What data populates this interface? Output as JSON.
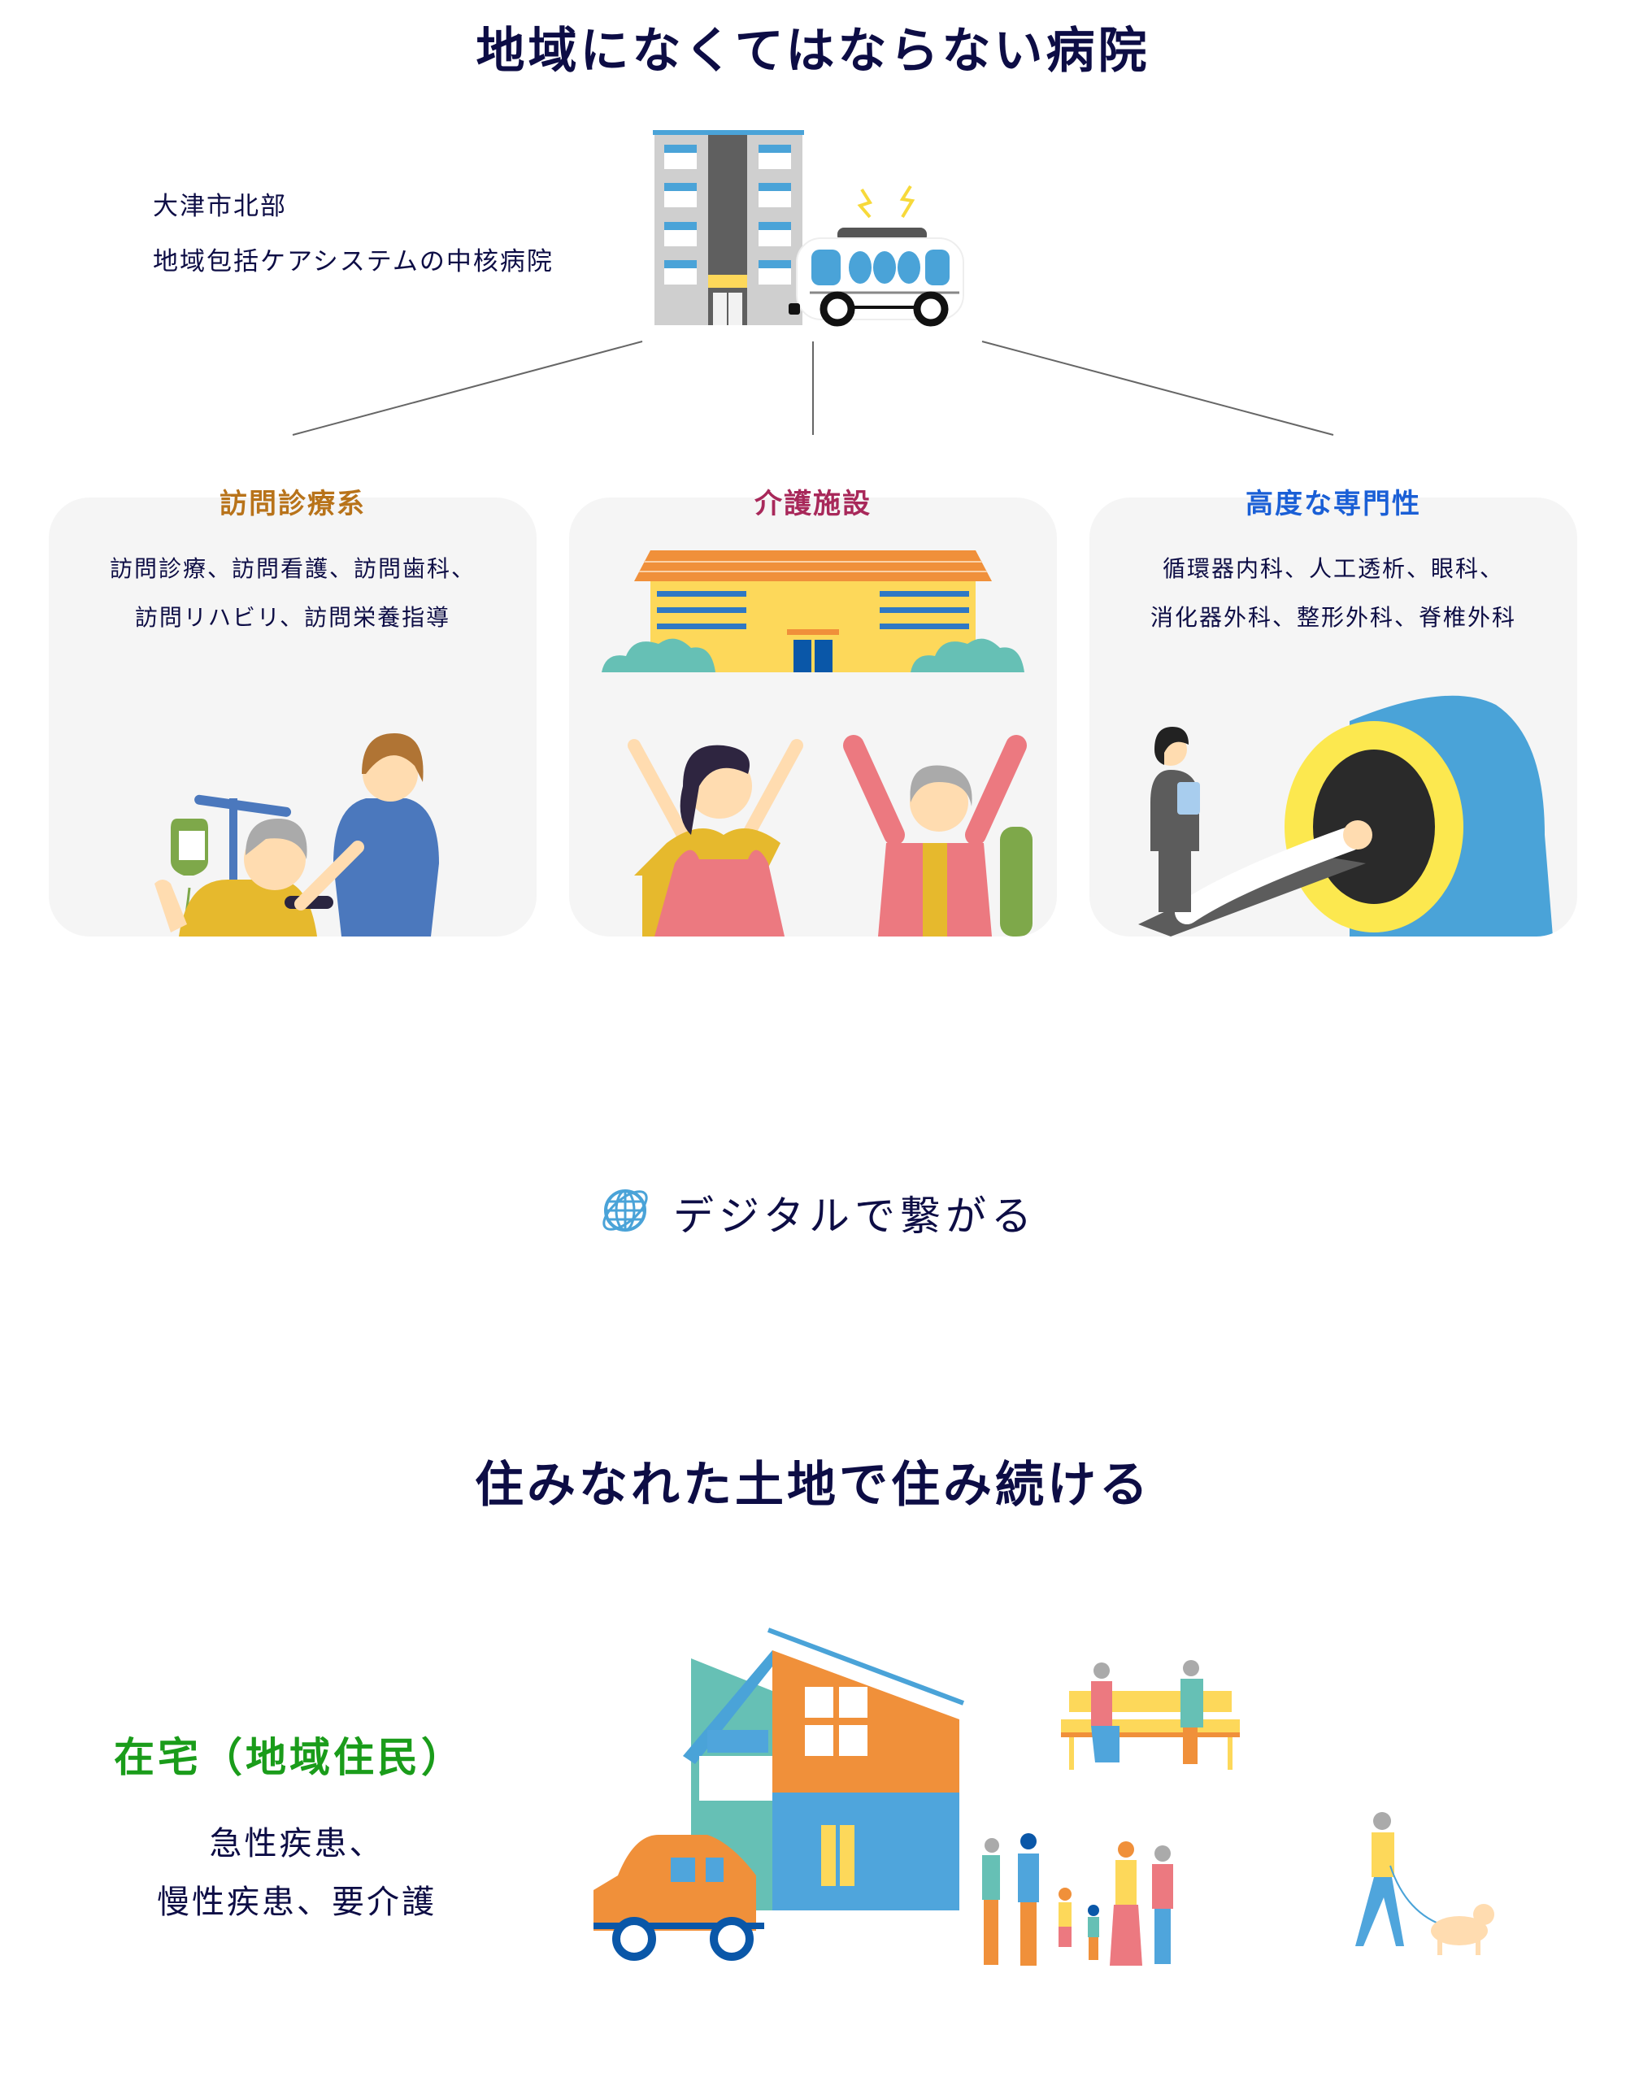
{
  "header": {
    "title": "地域になくてはならない病院"
  },
  "hospital": {
    "intro_lines": [
      "大津市北部",
      "地域包括ケアシステムの中核病院"
    ],
    "icons": [
      "hospital-building-icon",
      "ambulance-icon"
    ]
  },
  "cards": [
    {
      "title": "訪問診療系",
      "title_color": "#b8731a",
      "lines": [
        "訪問診療、訪問看護、訪問歯科、",
        "訪問リハビリ、訪問栄養指導"
      ],
      "illustration": "nurse-with-wheelchair-patient"
    },
    {
      "title": "介護施設",
      "title_color": "#a8285a",
      "lines": [],
      "illustration": "care-facility-building-and-cheering-people"
    },
    {
      "title": "高度な専門性",
      "title_color": "#1a5fd6",
      "lines": [
        "循環器内科、人工透析、眼科、",
        "消化器外科、整形外科、脊椎外科"
      ],
      "illustration": "mri-scanner-with-patient"
    }
  ],
  "digital": {
    "icon": "globe-icon",
    "label": "デジタルで繋がる",
    "icon_color": "#4aa3d8"
  },
  "community": {
    "title": "住みなれた土地で住み続ける",
    "home_title": "在宅（地域住民）",
    "home_title_color": "#1a9c1a",
    "home_lines": [
      "急性疾患、",
      "慢性疾患、要介護"
    ],
    "illustration": "house-family-car-bench-dogwalker"
  },
  "colors": {
    "text_primary": "#0d0d45",
    "card_background": "#f5f5f5",
    "connector_line": "#666666"
  }
}
